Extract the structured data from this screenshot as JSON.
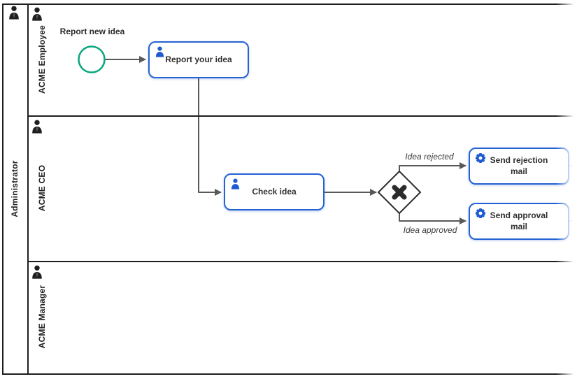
{
  "diagram": {
    "pool": {
      "label": "Administrator"
    },
    "lanes": [
      {
        "label": "ACME Employee"
      },
      {
        "label": "ACME CEO"
      },
      {
        "label": "ACME Manager"
      }
    ],
    "start_event": {
      "label": "Report new idea"
    },
    "tasks": [
      {
        "label": "Report your idea",
        "type": "user-task"
      },
      {
        "label": "Check idea",
        "type": "user-task"
      },
      {
        "label": "Send rejection mail",
        "type": "service-task"
      },
      {
        "label": "Send approval mail",
        "type": "service-task"
      }
    ],
    "gateway": {
      "type": "exclusive-gateway-x"
    },
    "flow_labels": [
      {
        "label": "Idea rejected"
      },
      {
        "label": "Idea approved"
      }
    ],
    "colors": {
      "task_border": "#2563d4",
      "task_icon_blue": "#1d5bd0",
      "start_event_stroke": "#0aa57e",
      "connector_gray": "#58595b",
      "frame_black": "#1f1f1f",
      "faded_stub_gray": "#b9bcc2"
    }
  }
}
